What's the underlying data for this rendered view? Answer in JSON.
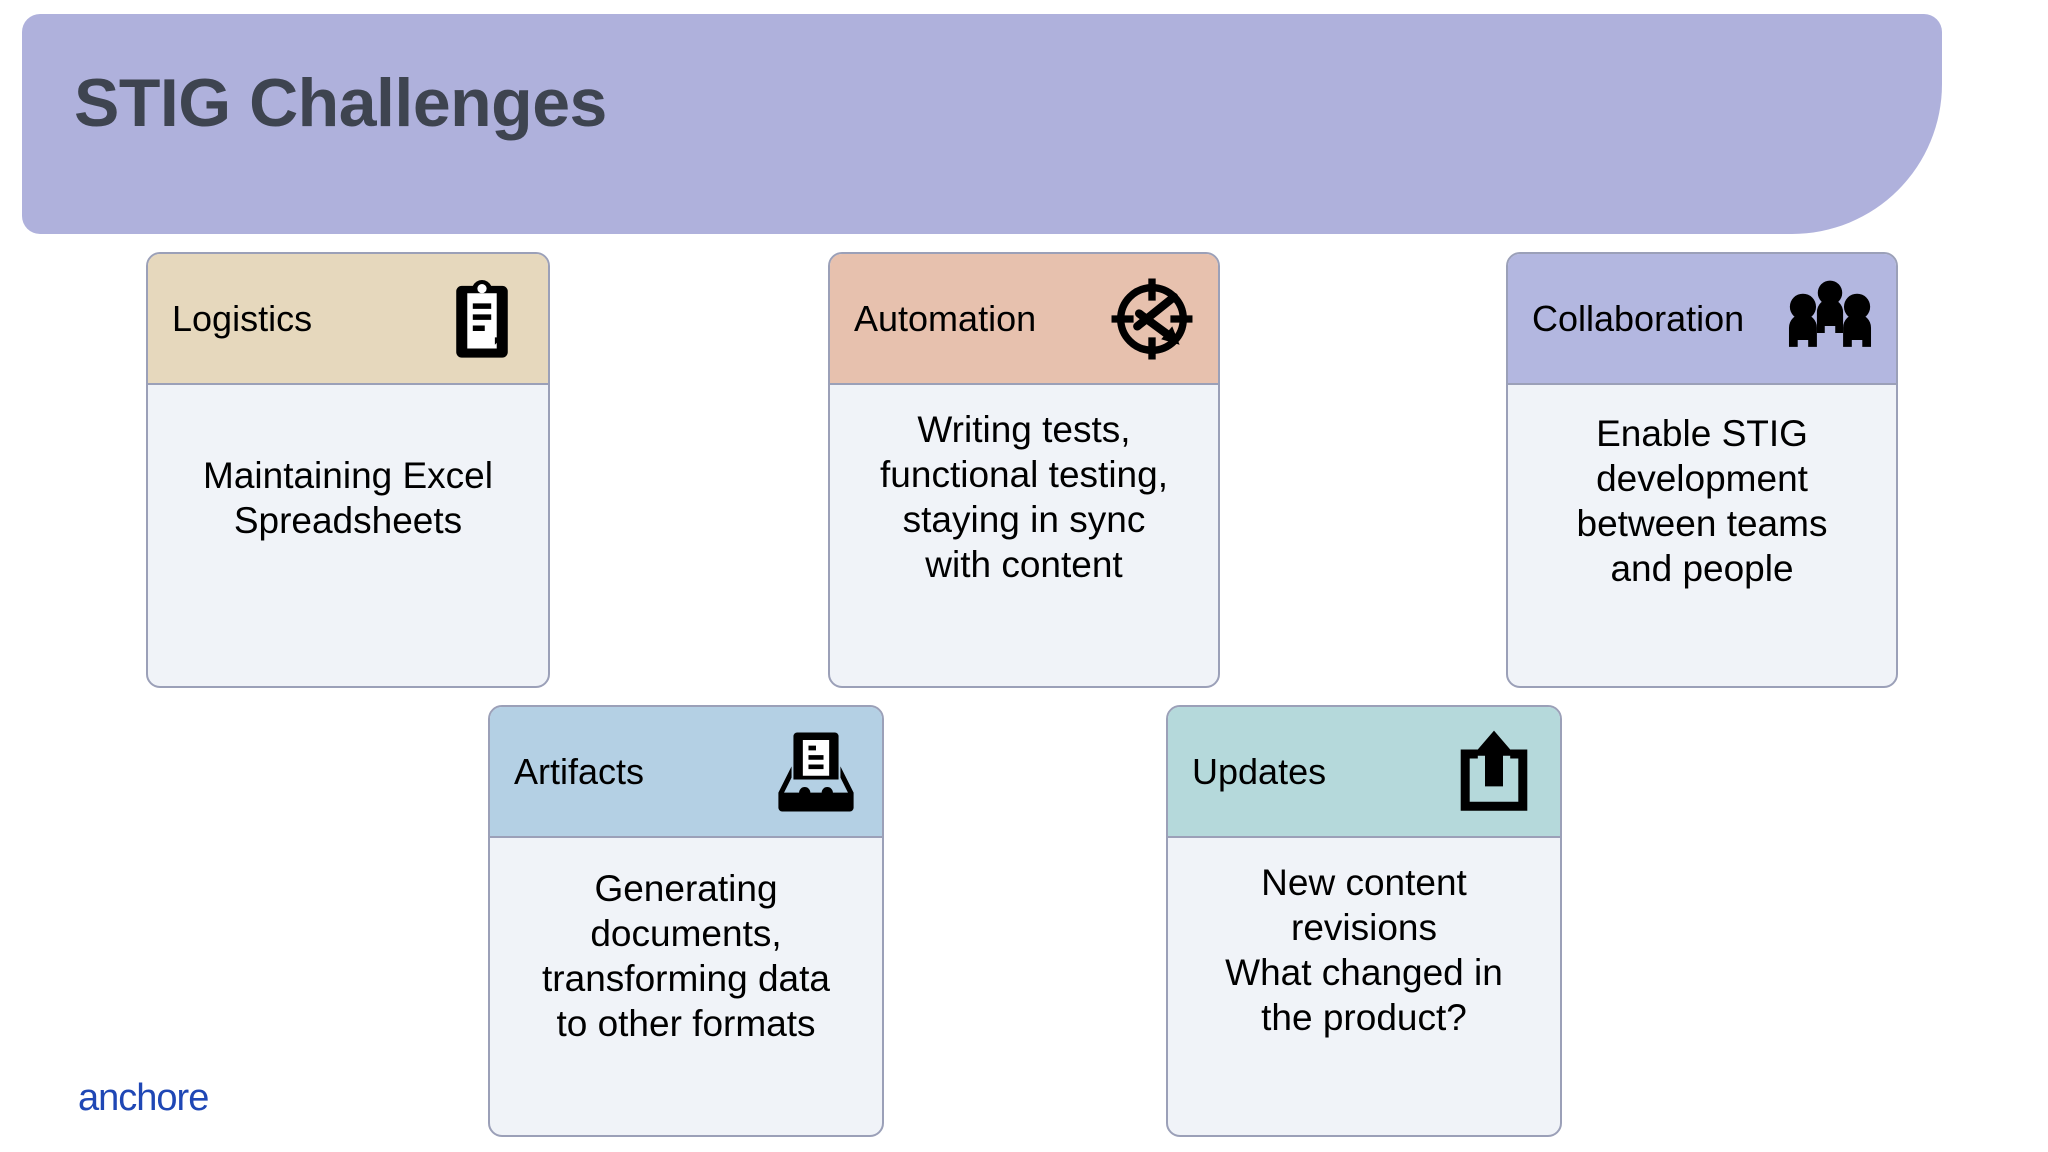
{
  "slide": {
    "title": "STIG Challenges",
    "banner_color": "#afb1dc",
    "background_color": "#ffffff",
    "title_color": "#3e4450"
  },
  "cards": [
    {
      "id": "logistics",
      "title": "Logistics",
      "body": "Maintaining Excel\nSpreadsheets",
      "header_color": "#e6d8bd",
      "body_color": "#f0f3f8",
      "icon": "clipboard-icon"
    },
    {
      "id": "automation",
      "title": "Automation",
      "body": "Writing tests,\nfunctional testing,\nstaying in sync\nwith content",
      "header_color": "#e7c1ae",
      "body_color": "#f0f3f8",
      "icon": "refresh-target-icon"
    },
    {
      "id": "collaboration",
      "title": "Collaboration",
      "body": "Enable STIG\ndevelopment\nbetween teams\nand people",
      "header_color": "#b3b7e0",
      "body_color": "#f0f3f8",
      "icon": "people-group-icon"
    },
    {
      "id": "artifacts",
      "title": "Artifacts",
      "body": "Generating\ndocuments,\ntransforming data\nto other formats",
      "header_color": "#b4d0e4",
      "body_color": "#f0f3f8",
      "icon": "document-inbox-icon"
    },
    {
      "id": "updates",
      "title": "Updates",
      "body": "New content\nrevisions\nWhat changed in\nthe product?",
      "header_color": "#b5d9db",
      "body_color": "#f0f3f8",
      "icon": "upload-share-icon"
    }
  ],
  "logo": {
    "text": "anchore",
    "color": "#1f47b5"
  }
}
